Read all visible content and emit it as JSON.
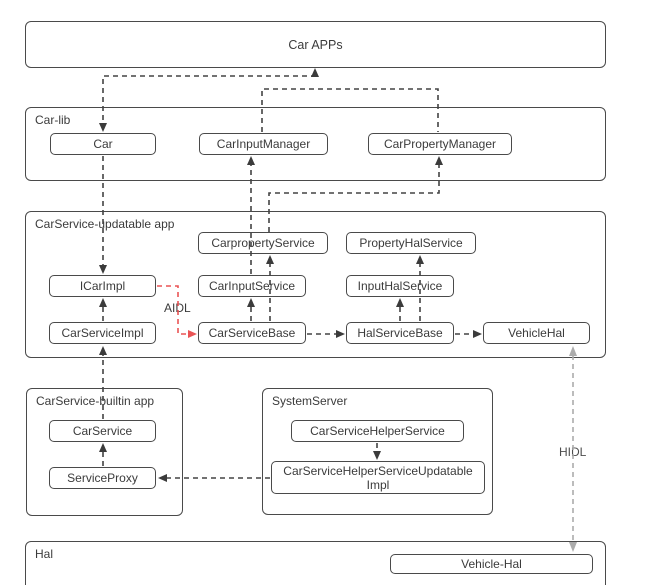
{
  "containers": {
    "car_apps": "Car APPs",
    "car_lib": "Car-lib",
    "updatable_app": "CarService-updatable app",
    "builtin_app": "CarService-builtin app",
    "system_server": "SystemServer",
    "hal": "Hal"
  },
  "nodes": {
    "car": "Car",
    "car_input_manager": "CarInputManager",
    "car_property_manager": "CarPropertyManager",
    "carproperty_service": "CarpropertyService",
    "property_hal_service": "PropertyHalService",
    "icar_impl": "ICarImpl",
    "car_input_service": "CarInputService",
    "input_hal_service": "InputHalService",
    "car_service_impl": "CarServiceImpl",
    "car_service_base": "CarServiceBase",
    "hal_service_base": "HalServiceBase",
    "vehicle_hal": "VehicleHal",
    "car_service": "CarService",
    "service_proxy": "ServiceProxy",
    "car_service_helper_service": "CarServiceHelperService",
    "car_service_helper_service_updatable_impl": "CarServiceHelperServiceUpdatable Impl",
    "vehicle_hal_hidl": "Vehicle-Hal"
  },
  "annotations": {
    "aidl": "AIDL",
    "hidl": "HIDL"
  },
  "colors": {
    "line": "#434343",
    "border": "#4a4a4a",
    "red_accent": "#ea5455",
    "gray_accent": "#acacac",
    "text": "#3b3b3b",
    "background": "#ffffff"
  }
}
